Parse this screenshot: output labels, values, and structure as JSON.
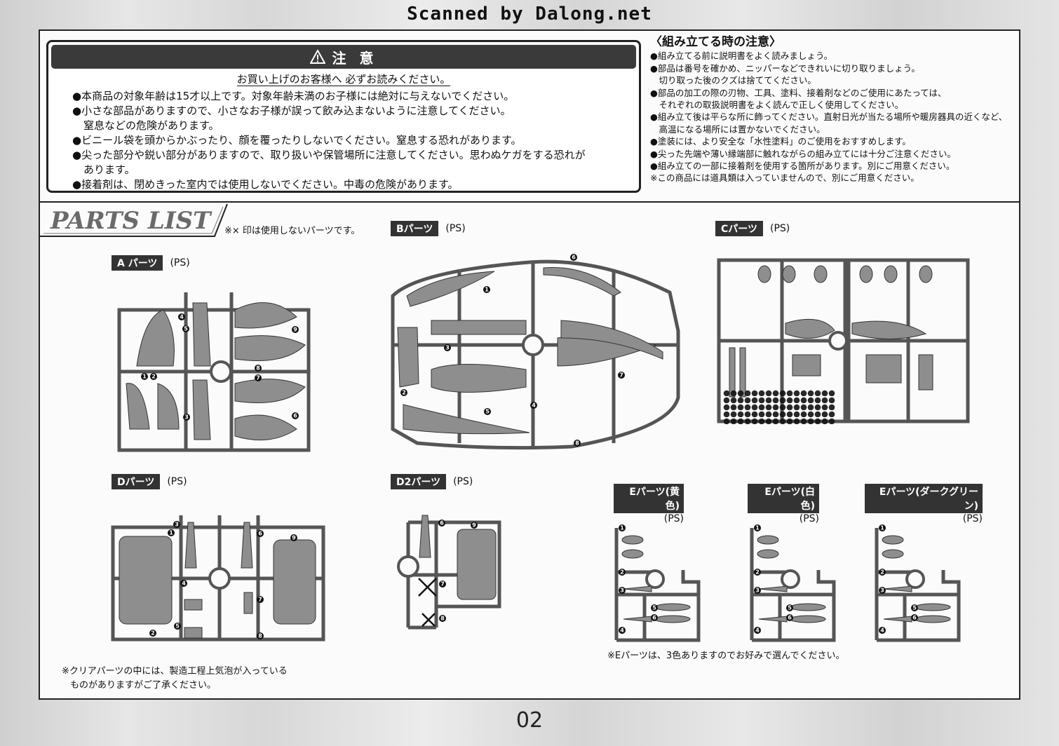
{
  "watermark": "Scanned by Dalong.net",
  "caution": {
    "title": "注 意",
    "subtitle": "お買い上げのお客様へ 必ずお読みください。",
    "items": [
      {
        "text": "●本商品の対象年齢は15才以上です。対象年齢未満のお子様には絶対に与えないでください。",
        "cont": ""
      },
      {
        "text": "●小さな部品がありますので、小さなお子様が誤って飲み込まないように注意してください。",
        "cont": "窒息などの危険があります。"
      },
      {
        "text": "●ビニール袋を頭からかぶったり、顔を覆ったりしないでください。窒息する恐れがあります。",
        "cont": ""
      },
      {
        "text": "●尖った部分や鋭い部分がありますので、取り扱いや保管場所に注意してください。思わぬケガをする恐れが",
        "cont": "あります。"
      },
      {
        "text": "●接着剤は、閉めきった室内では使用しないでください。中毒の危険があります。",
        "cont": ""
      }
    ]
  },
  "assembly": {
    "title": "〈組み立てる時の注意〉",
    "lines": [
      "●組み立てる前に説明書をよく読みましょう。",
      "●部品は番号を確かめ、ニッパーなどできれいに切り取りましょう。",
      "　切り取った後のクズは捨ててください。",
      "●部品の加工の際の刃物、工具、塗料、接着剤などのご使用にあたっては、",
      "　それぞれの取扱説明書をよく読んで正しく使用してください。",
      "●組み立て後は平らな所に飾ってください。直射日光が当たる場所や暖房器具の近くなど、",
      "　高温になる場所には置かないでください。",
      "●塗装には、より安全な「水性塗料」のご使用をおすすめします。",
      "●尖った先端や薄い縁端部に触れながらの組み立てには十分ご注意ください。",
      "●組み立ての一部に接着剤を使用する箇所があります。別にご用意ください。",
      "※この商品には道具類は入っていませんので、別にご用意ください。"
    ]
  },
  "parts": {
    "title": "PARTS LIST",
    "note": "※× 印は使用しないパーツです。",
    "a": {
      "tag": "A パーツ",
      "mat": "(PS)",
      "nums": [
        "1",
        "2",
        "3",
        "4",
        "5",
        "6",
        "7",
        "8",
        "9"
      ]
    },
    "b": {
      "tag": "Bパーツ",
      "mat": "(PS)",
      "nums": [
        "1",
        "2",
        "3",
        "4",
        "5",
        "6",
        "7",
        "8"
      ]
    },
    "c": {
      "tag": "Cパーツ",
      "mat": "(PS)"
    },
    "d": {
      "tag": "Dパーツ",
      "mat": "(PS)",
      "nums": [
        "1",
        "2",
        "3",
        "4",
        "5",
        "6",
        "7",
        "8",
        "9"
      ]
    },
    "d2": {
      "tag": "D2パーツ",
      "mat": "(PS)",
      "nums": [
        "6",
        "7",
        "8",
        "9"
      ]
    },
    "e_yellow": {
      "tag": "Eパーツ(黄色)",
      "mat": "(PS)"
    },
    "e_white": {
      "tag": "Eパーツ(白色)",
      "mat": "(PS)"
    },
    "e_green": {
      "tag": "Eパーツ(ダークグリーン)",
      "mat": "(PS)"
    },
    "e_nums": [
      "1",
      "2",
      "3",
      "4",
      "5",
      "6"
    ]
  },
  "notes": {
    "clear_line1": "※クリアパーツの中には、製造工程上気泡が入っている",
    "clear_line2": "ものがありますがご了承ください。",
    "e_parts": "※Eパーツは、3色ありますのでお好みで選んでください。"
  },
  "page_number": "02"
}
